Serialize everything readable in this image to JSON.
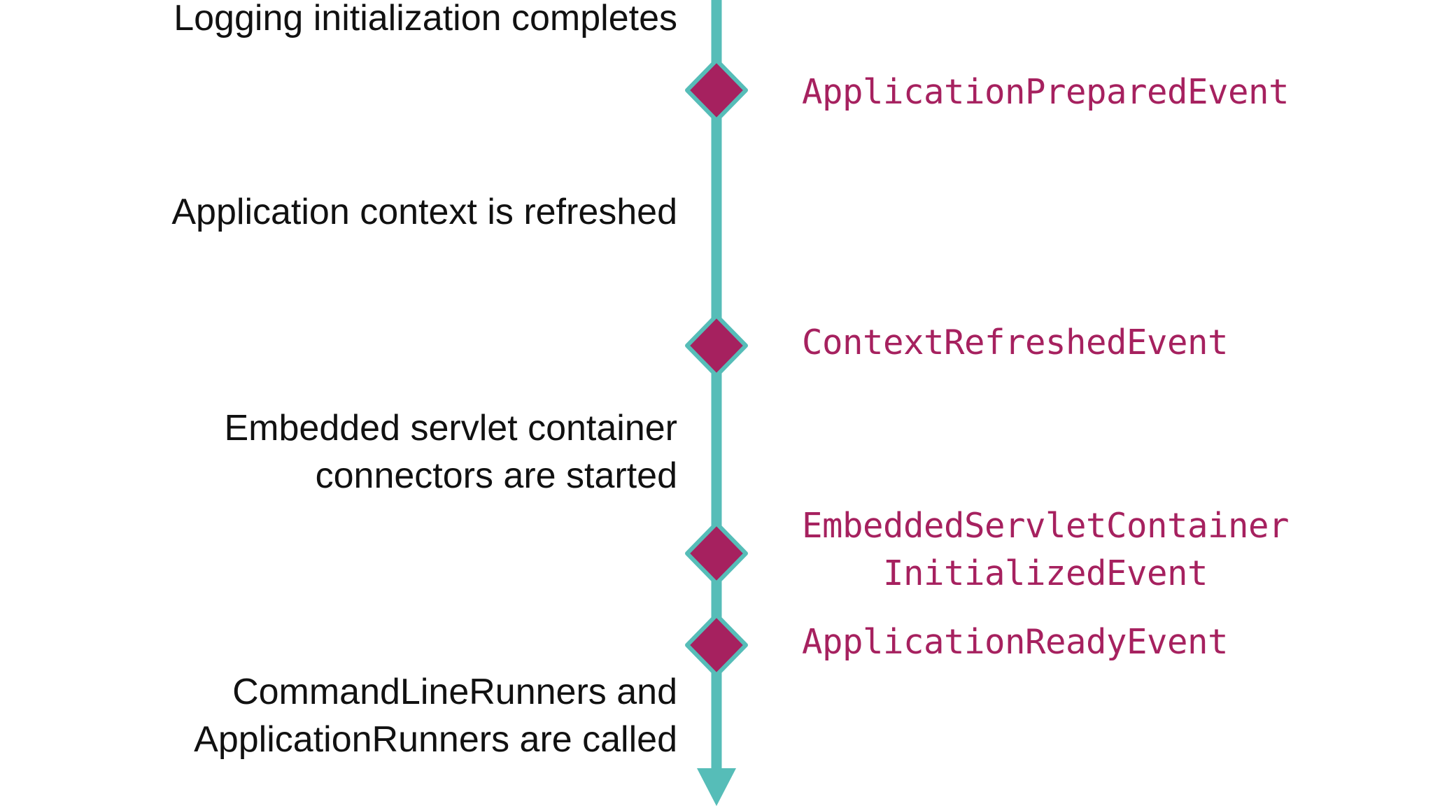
{
  "colors": {
    "axis": "#56bdb8",
    "marker_fill": "#a6215f",
    "event_text": "#a6215f",
    "step_text": "#111111",
    "background": "#ffffff"
  },
  "steps": [
    {
      "lines": [
        "Logging initialization completes"
      ]
    },
    {
      "lines": [
        "Application context is refreshed"
      ]
    },
    {
      "lines": [
        "Embedded servlet container",
        "connectors are started"
      ]
    },
    {
      "lines": [
        "CommandLineRunners and",
        "ApplicationRunners are called"
      ]
    }
  ],
  "events": [
    {
      "lines": [
        "ApplicationPreparedEvent"
      ]
    },
    {
      "lines": [
        "ContextRefreshedEvent"
      ]
    },
    {
      "lines": [
        "EmbeddedServletContainer",
        "InitializedEvent"
      ]
    },
    {
      "lines": [
        "ApplicationReadyEvent"
      ]
    }
  ]
}
